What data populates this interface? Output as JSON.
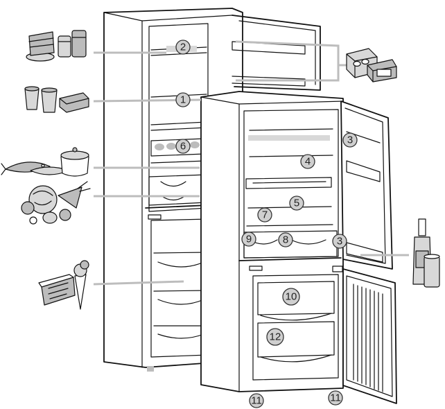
{
  "diagram": {
    "callouts": [
      {
        "id": "c2",
        "label": "2"
      },
      {
        "id": "c1",
        "label": "1"
      },
      {
        "id": "c6",
        "label": "6"
      },
      {
        "id": "c3a",
        "label": "3"
      },
      {
        "id": "c4",
        "label": "4"
      },
      {
        "id": "c5",
        "label": "5"
      },
      {
        "id": "c7",
        "label": "7"
      },
      {
        "id": "c9",
        "label": "9"
      },
      {
        "id": "c8",
        "label": "8"
      },
      {
        "id": "c3b",
        "label": "3"
      },
      {
        "id": "c10",
        "label": "10"
      },
      {
        "id": "c12",
        "label": "12"
      },
      {
        "id": "c11a",
        "label": "11"
      },
      {
        "id": "c11b",
        "label": "11"
      }
    ],
    "food_icons": [
      "cake-and-jars-icon",
      "yogurt-and-butter-icon",
      "fish-and-pot-icon",
      "vegetables-icon",
      "ice-cream-icon",
      "cheese-and-eggs-icon",
      "bottles-icon"
    ]
  }
}
